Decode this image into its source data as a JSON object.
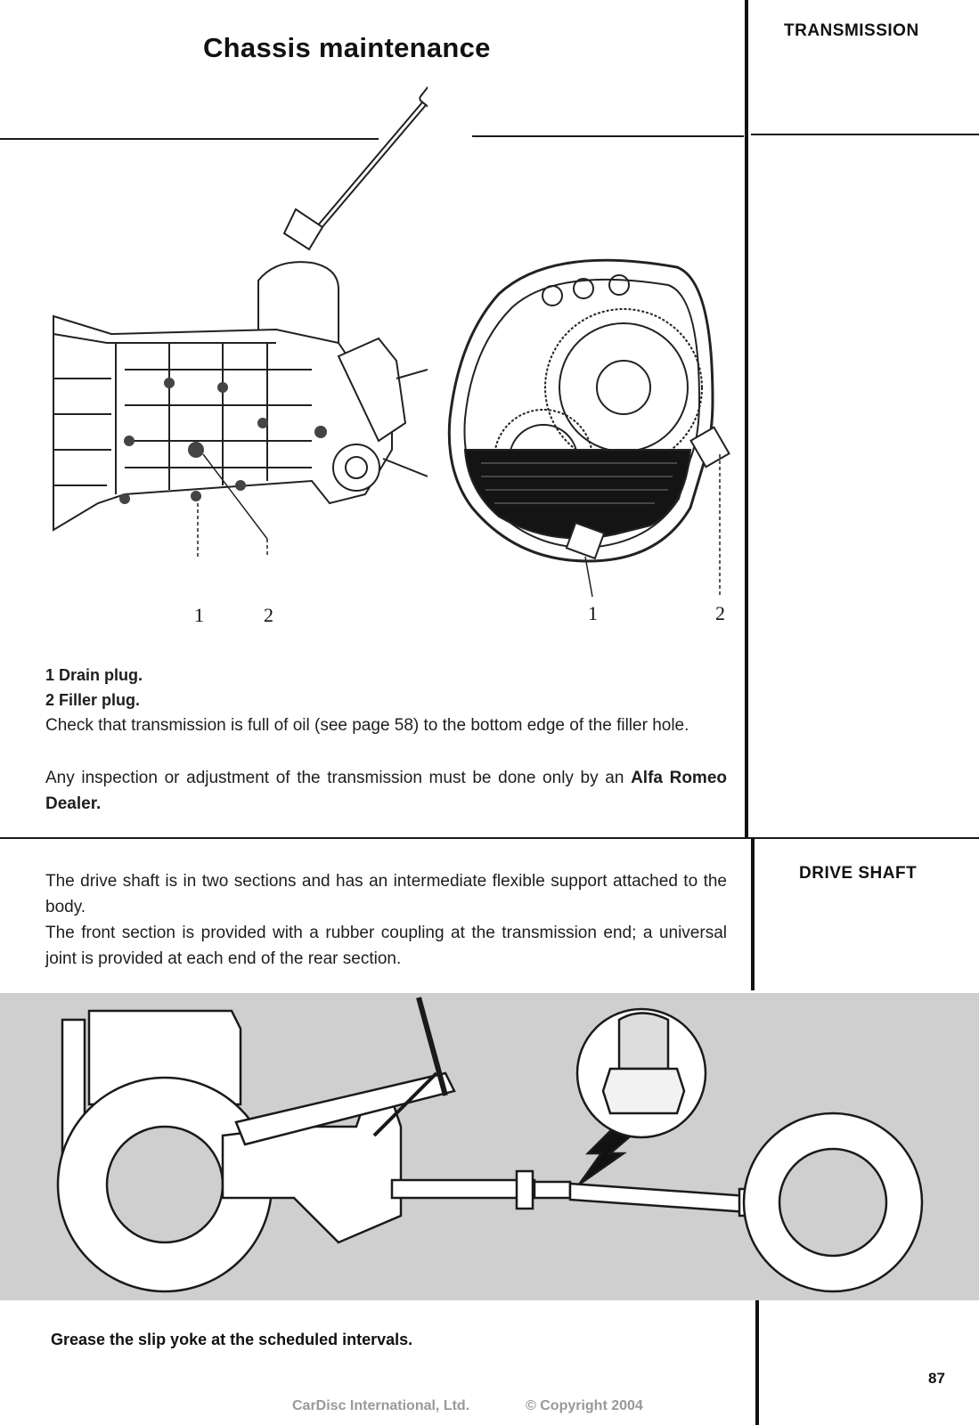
{
  "page": {
    "title": "Chassis maintenance",
    "section_transmission": "TRANSMISSION",
    "section_drive_shaft": "DRIVE SHAFT",
    "page_number": "87"
  },
  "transmission": {
    "figure_labels": {
      "left_1": "1",
      "left_2": "2",
      "right_1": "1",
      "right_2": "2"
    },
    "legend": [
      {
        "num": "1",
        "text": "Drain plug."
      },
      {
        "num": "2",
        "text": "Filler plug."
      }
    ],
    "check_text": "Check that transmission is full of oil (see page 58) to the bottom edge of the filler hole.",
    "inspection_prefix": "Any inspection or adjustment of the transmission must be done only by an",
    "inspection_dealer": "Alfa Romeo Dealer."
  },
  "drive_shaft": {
    "paragraph_1": "The drive shaft is in two sections and has an intermediate flexible support attached to the body.",
    "paragraph_2": "The front section is provided with a rubber coupling at the transmission end; a universal joint is provided at each end of the rear section.",
    "caption": "Grease the slip yoke at the scheduled intervals."
  },
  "footer": {
    "company": "CarDisc International, Ltd.",
    "copyright": "©  Copyright 2004"
  }
}
